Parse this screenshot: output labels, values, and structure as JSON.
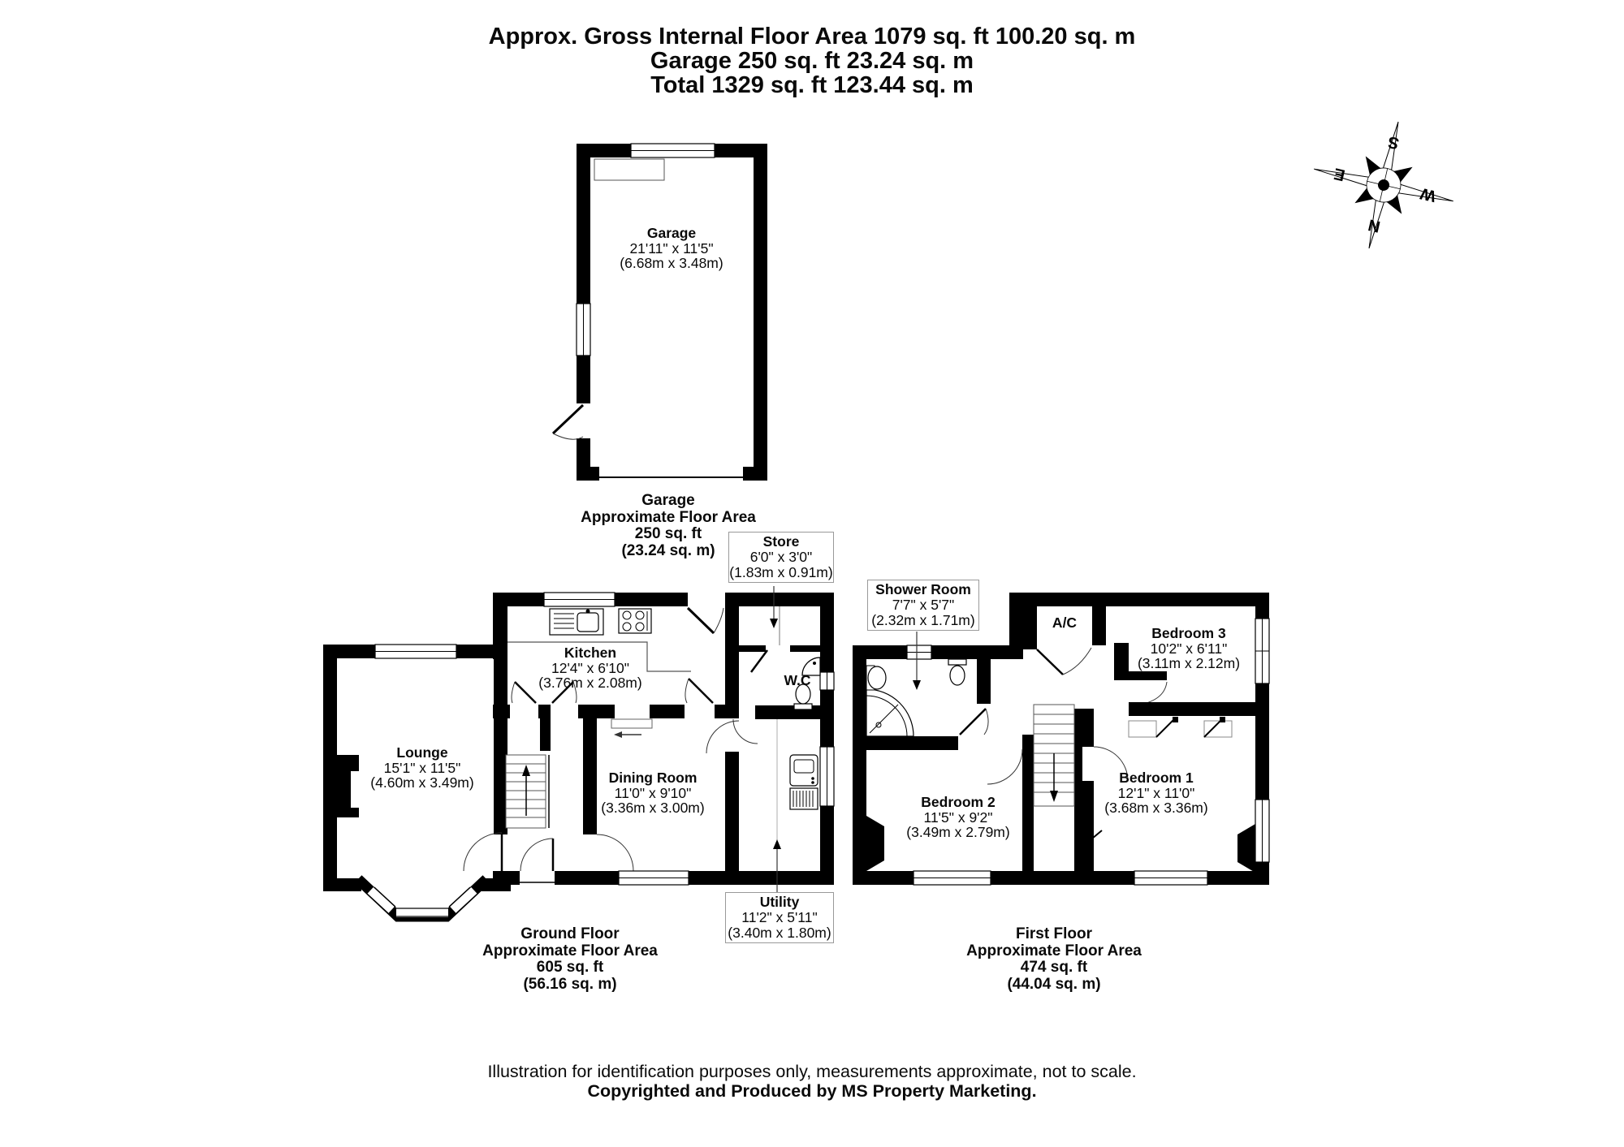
{
  "header": {
    "line1": "Approx. Gross Internal Floor Area 1079 sq. ft 100.20 sq. m",
    "line2": "Garage 250 sq. ft 23.24 sq. m",
    "line3": "Total 1329 sq. ft 123.44 sq. m"
  },
  "compass": {
    "north": "N",
    "east": "E",
    "south": "S",
    "west": "W"
  },
  "rooms": {
    "garage": {
      "name": "Garage",
      "size_ft": "21'11\" x 11'5\"",
      "size_m": "(6.68m x 3.48m)"
    },
    "store": {
      "name": "Store",
      "size_ft": "6'0\" x 3'0\"",
      "size_m": "(1.83m x 0.91m)"
    },
    "kitchen": {
      "name": "Kitchen",
      "size_ft": "12'4\" x 6'10\"",
      "size_m": "(3.76m x 2.08m)"
    },
    "lounge": {
      "name": "Lounge",
      "size_ft": "15'1\" x 11'5\"",
      "size_m": "(4.60m x 3.49m)"
    },
    "dining": {
      "name": "Dining Room",
      "size_ft": "11'0\" x 9'10\"",
      "size_m": "(3.36m x 3.00m)"
    },
    "wc": {
      "name": "W.C"
    },
    "utility": {
      "name": "Utility",
      "size_ft": "11'2\" x 5'11\"",
      "size_m": "(3.40m x 1.80m)"
    },
    "shower": {
      "name": "Shower Room",
      "size_ft": "7'7\" x 5'7\"",
      "size_m": "(2.32m x 1.71m)"
    },
    "ac": {
      "name": "A/C"
    },
    "bedroom1": {
      "name": "Bedroom 1",
      "size_ft": "12'1\" x 11'0\"",
      "size_m": "(3.68m x 3.36m)"
    },
    "bedroom2": {
      "name": "Bedroom 2",
      "size_ft": "11'5\" x 9'2\"",
      "size_m": "(3.49m x 2.79m)"
    },
    "bedroom3": {
      "name": "Bedroom 3",
      "size_ft": "10'2\" x 6'11\"",
      "size_m": "(3.11m x 2.12m)"
    }
  },
  "captions": {
    "garage": {
      "l1": "Garage",
      "l2": "Approximate Floor Area",
      "l3": "250 sq. ft",
      "l4": "(23.24 sq. m)"
    },
    "ground": {
      "l1": "Ground Floor",
      "l2": "Approximate Floor Area",
      "l3": "605 sq. ft",
      "l4": "(56.16 sq. m)"
    },
    "first": {
      "l1": "First Floor",
      "l2": "Approximate Floor Area",
      "l3": "474 sq. ft",
      "l4": "(44.04 sq. m)"
    }
  },
  "footer": {
    "line1": "Illustration for identification purposes only, measurements approximate, not to scale.",
    "line2": "Copyrighted  and Produced by MS Property Marketing."
  },
  "colors": {
    "wall": "#000000",
    "background": "#ffffff",
    "label_box_border": "#9a9a9a"
  }
}
